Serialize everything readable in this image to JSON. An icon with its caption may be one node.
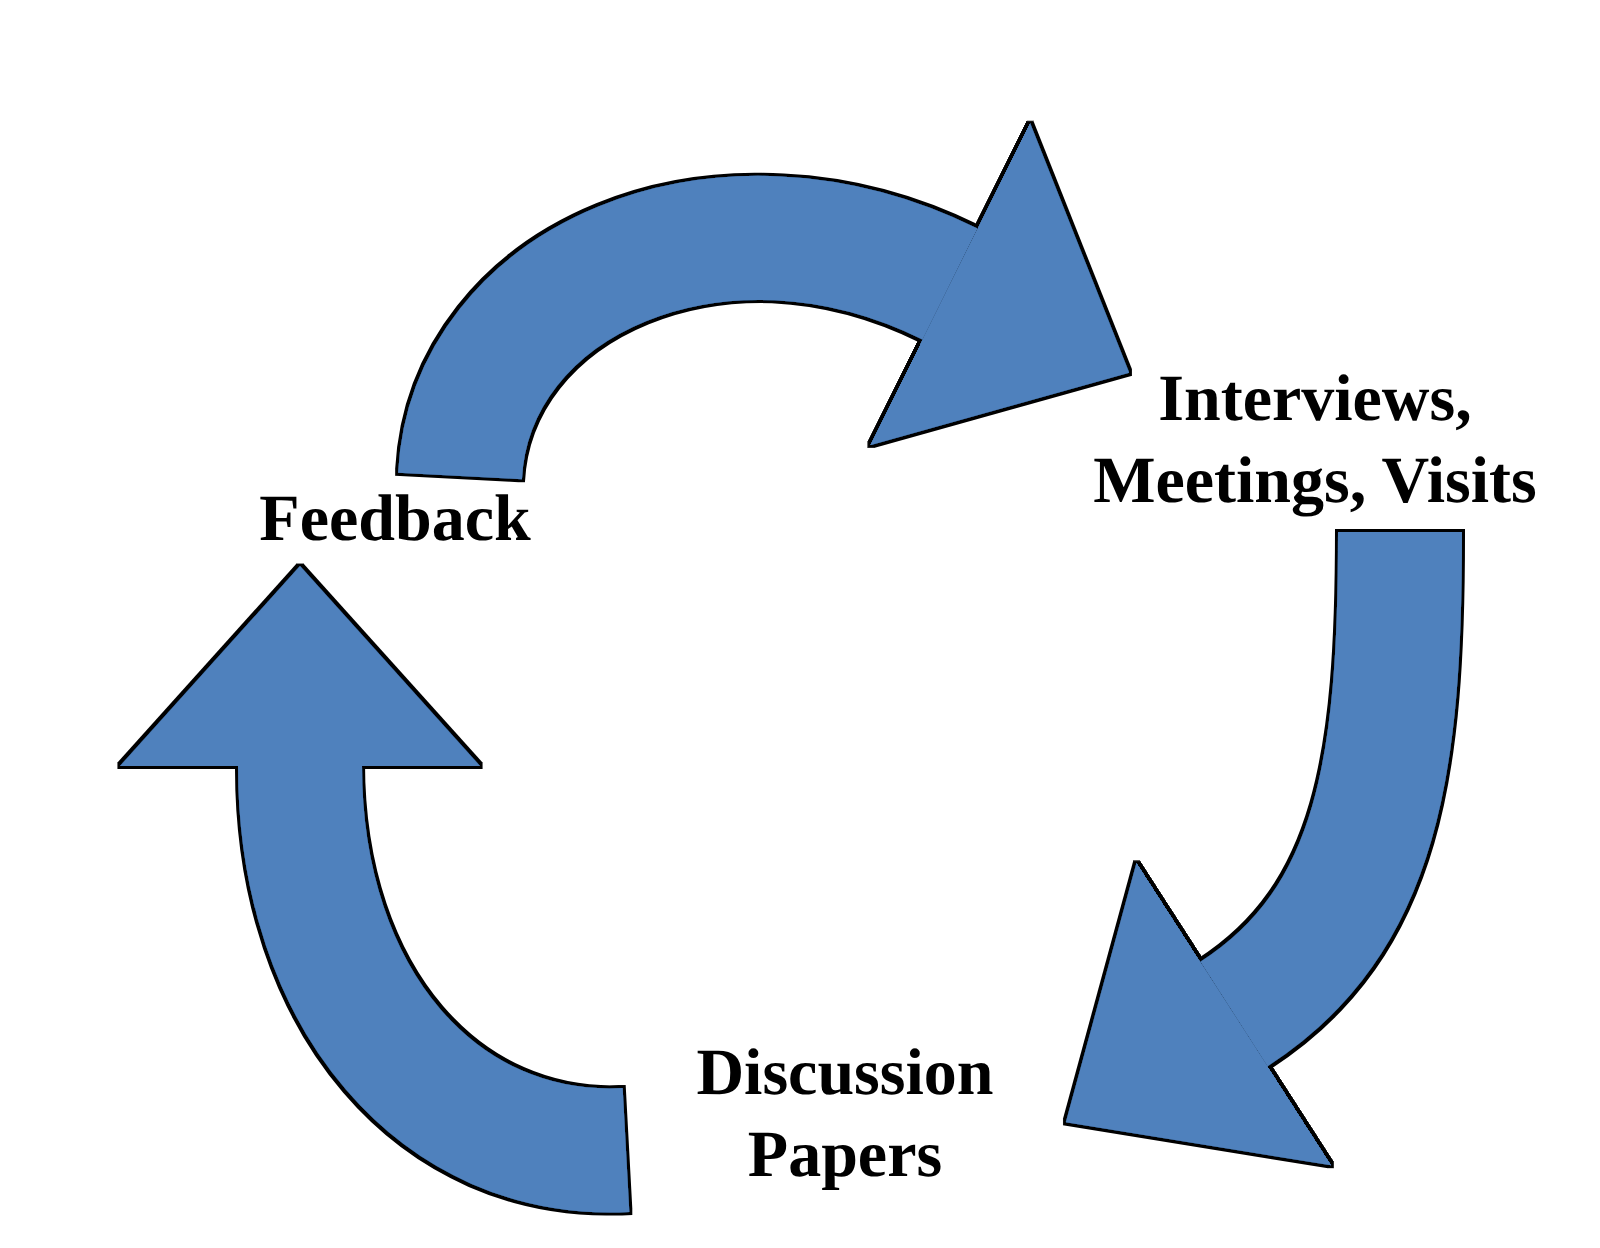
{
  "diagram": {
    "nodes": [
      {
        "text": [
          "Feedback"
        ]
      },
      {
        "text": [
          "Interviews, Meetings, Visits"
        ]
      },
      {
        "text": [
          "Discussion Papers"
        ]
      }
    ],
    "edges": [
      {
        "from": 0,
        "to": 1,
        "arrow": "to"
      },
      {
        "from": 1,
        "to": 2,
        "arrow": "to"
      },
      {
        "from": 2,
        "to": 0,
        "arrow": "to"
      }
    ]
  }
}
